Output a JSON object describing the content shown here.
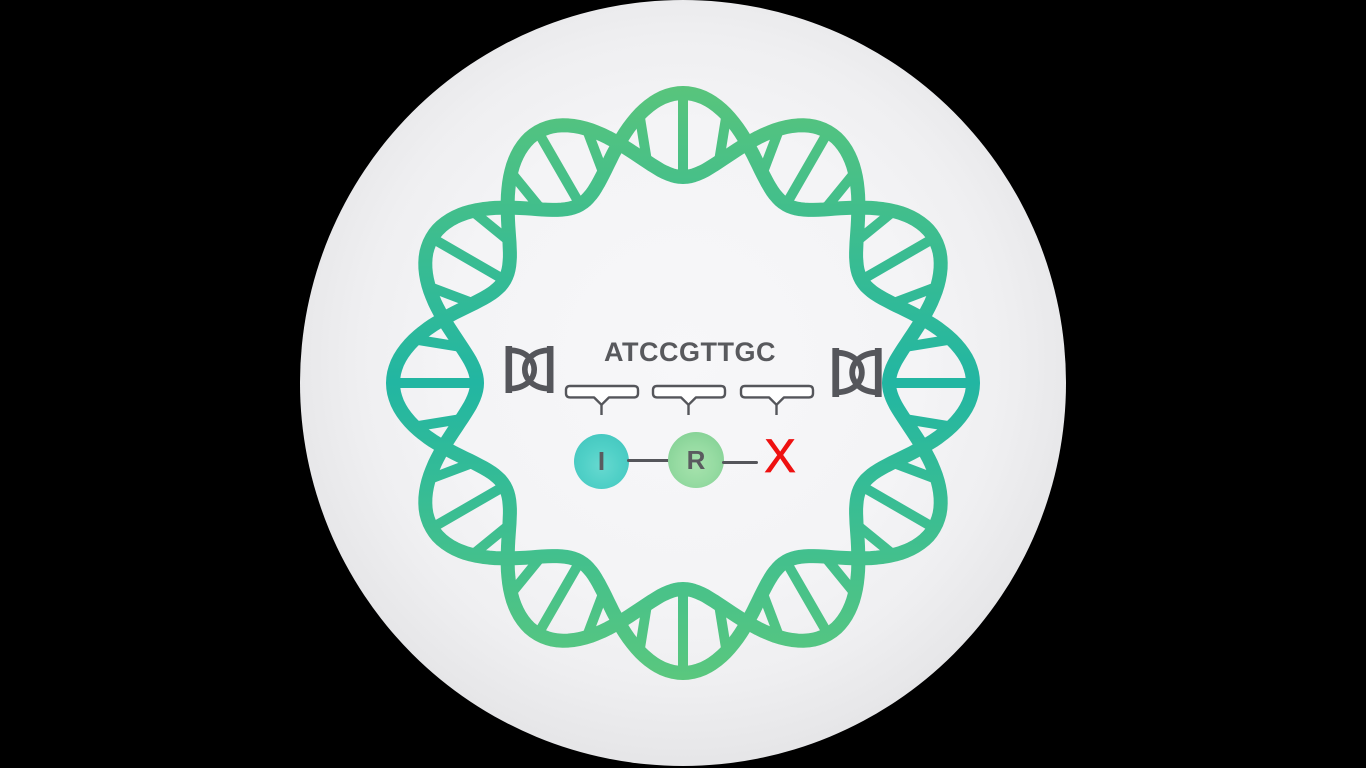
{
  "illustration": {
    "name": "circular-dna-plasmid-graphic",
    "sequence_text": "ATCCGTTGC",
    "bracket_count": 3,
    "nodes": [
      {
        "label": "I",
        "color": "#4ccdc4"
      },
      {
        "label": "R",
        "color": "#8fd79e"
      }
    ],
    "fail_mark": "X",
    "icons": {
      "left": "dna-crossover-icon",
      "right": "dna-crossover-icon"
    },
    "colors": {
      "helix_green_top": "#5bc57a",
      "helix_teal_mid": "#26b7a1",
      "helix_green_bottom": "#5dc87c",
      "ink_gray": "#55565b",
      "fail_red": "#ee1111",
      "inner_background": "#f4f4f6",
      "sphere_edge": "#c7c8ca"
    }
  }
}
